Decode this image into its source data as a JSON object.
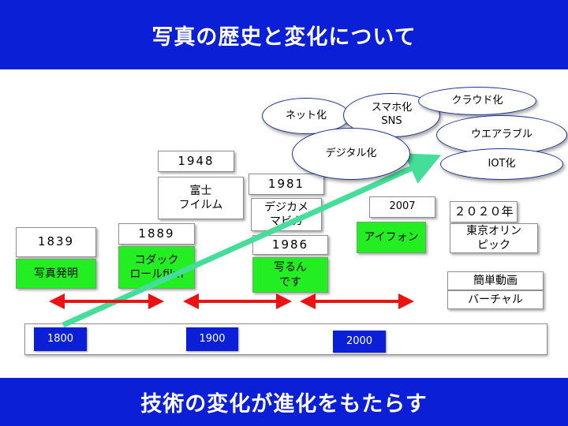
{
  "title": "写真の歴史と変化について",
  "footer": "技術の変化が進化をもたらす",
  "timeline": {
    "ticks": [
      "1800",
      "1900",
      "2000"
    ]
  },
  "events": {
    "y1839": "1839",
    "label1839": "写真発明",
    "y1889": "1889",
    "label1889": "コダック\nロールfilm",
    "y1948": "1948",
    "label1948": "富士\nフイルム",
    "y1981": "1981",
    "label1981": "デジカメ\nマビカ",
    "y1986": "1986",
    "label1986": "写るん\nです",
    "y2007": "2007",
    "label2007": "アイフォン",
    "y2020": "２０２０年",
    "label2020": "東京オリン\nピック",
    "video": "簡単動画",
    "virtual": "バーチャル"
  },
  "trends": {
    "net": "ネット化",
    "smartphone": "スマホ化\nSNS",
    "cloud": "クラウド化",
    "digital": "デジタル化",
    "wearable": "ウエアラブル",
    "iot": "IOT化"
  },
  "colors": {
    "banner": "#0a1fd6",
    "milestone_green": "#22ee22",
    "arrow_red": "#ee1111",
    "trend_arrow": "#44dd99"
  }
}
